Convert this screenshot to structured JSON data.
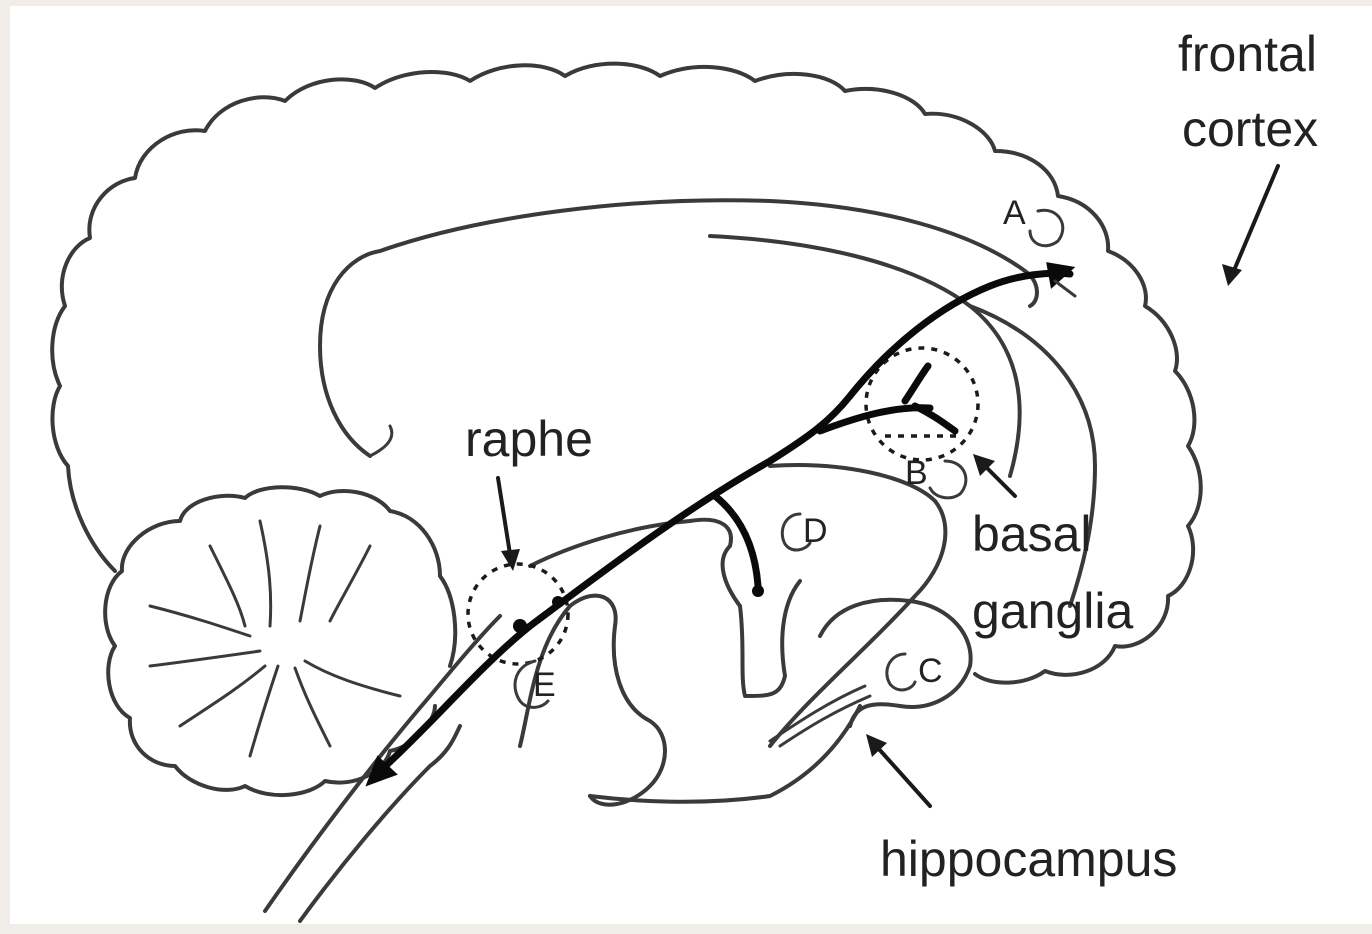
{
  "labels": {
    "frontal_cortex_line1": "frontal",
    "frontal_cortex_line2": "cortex",
    "raphe": "raphe",
    "basal_ganglia_line1": "basal",
    "basal_ganglia_line2": "ganglia",
    "hippocampus": "hippocampus"
  },
  "markers": {
    "a": "A",
    "b": "B",
    "c": "C",
    "d": "D",
    "e": "E"
  }
}
